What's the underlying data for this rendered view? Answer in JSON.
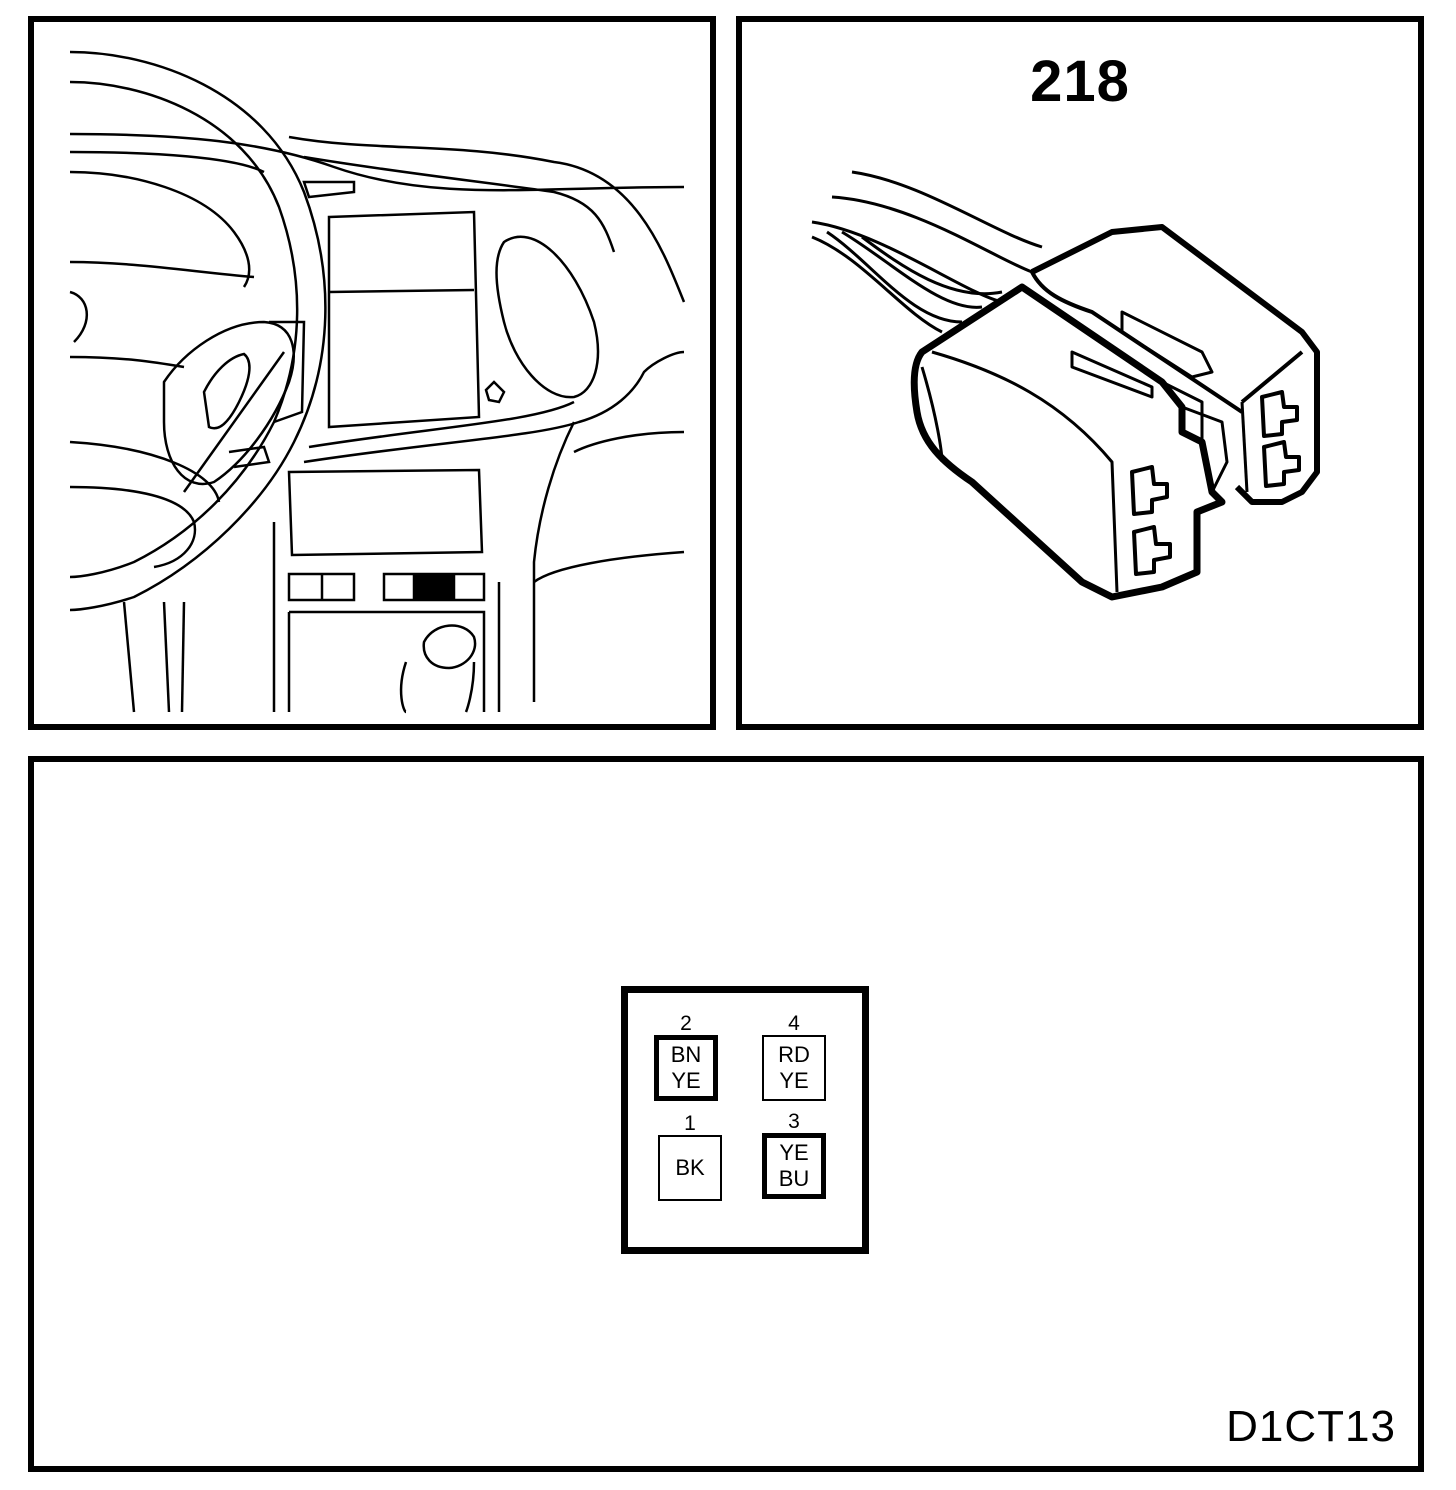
{
  "connector": {
    "number": "218"
  },
  "pinout": {
    "pins": [
      {
        "number": "2",
        "color_line1": "BN",
        "color_line2": "YE"
      },
      {
        "number": "4",
        "color_line1": "RD",
        "color_line2": "YE"
      },
      {
        "number": "1",
        "color_line1": "BK",
        "color_line2": ""
      },
      {
        "number": "3",
        "color_line1": "YE",
        "color_line2": "BU"
      }
    ]
  },
  "diagram_code": "D1CT13"
}
